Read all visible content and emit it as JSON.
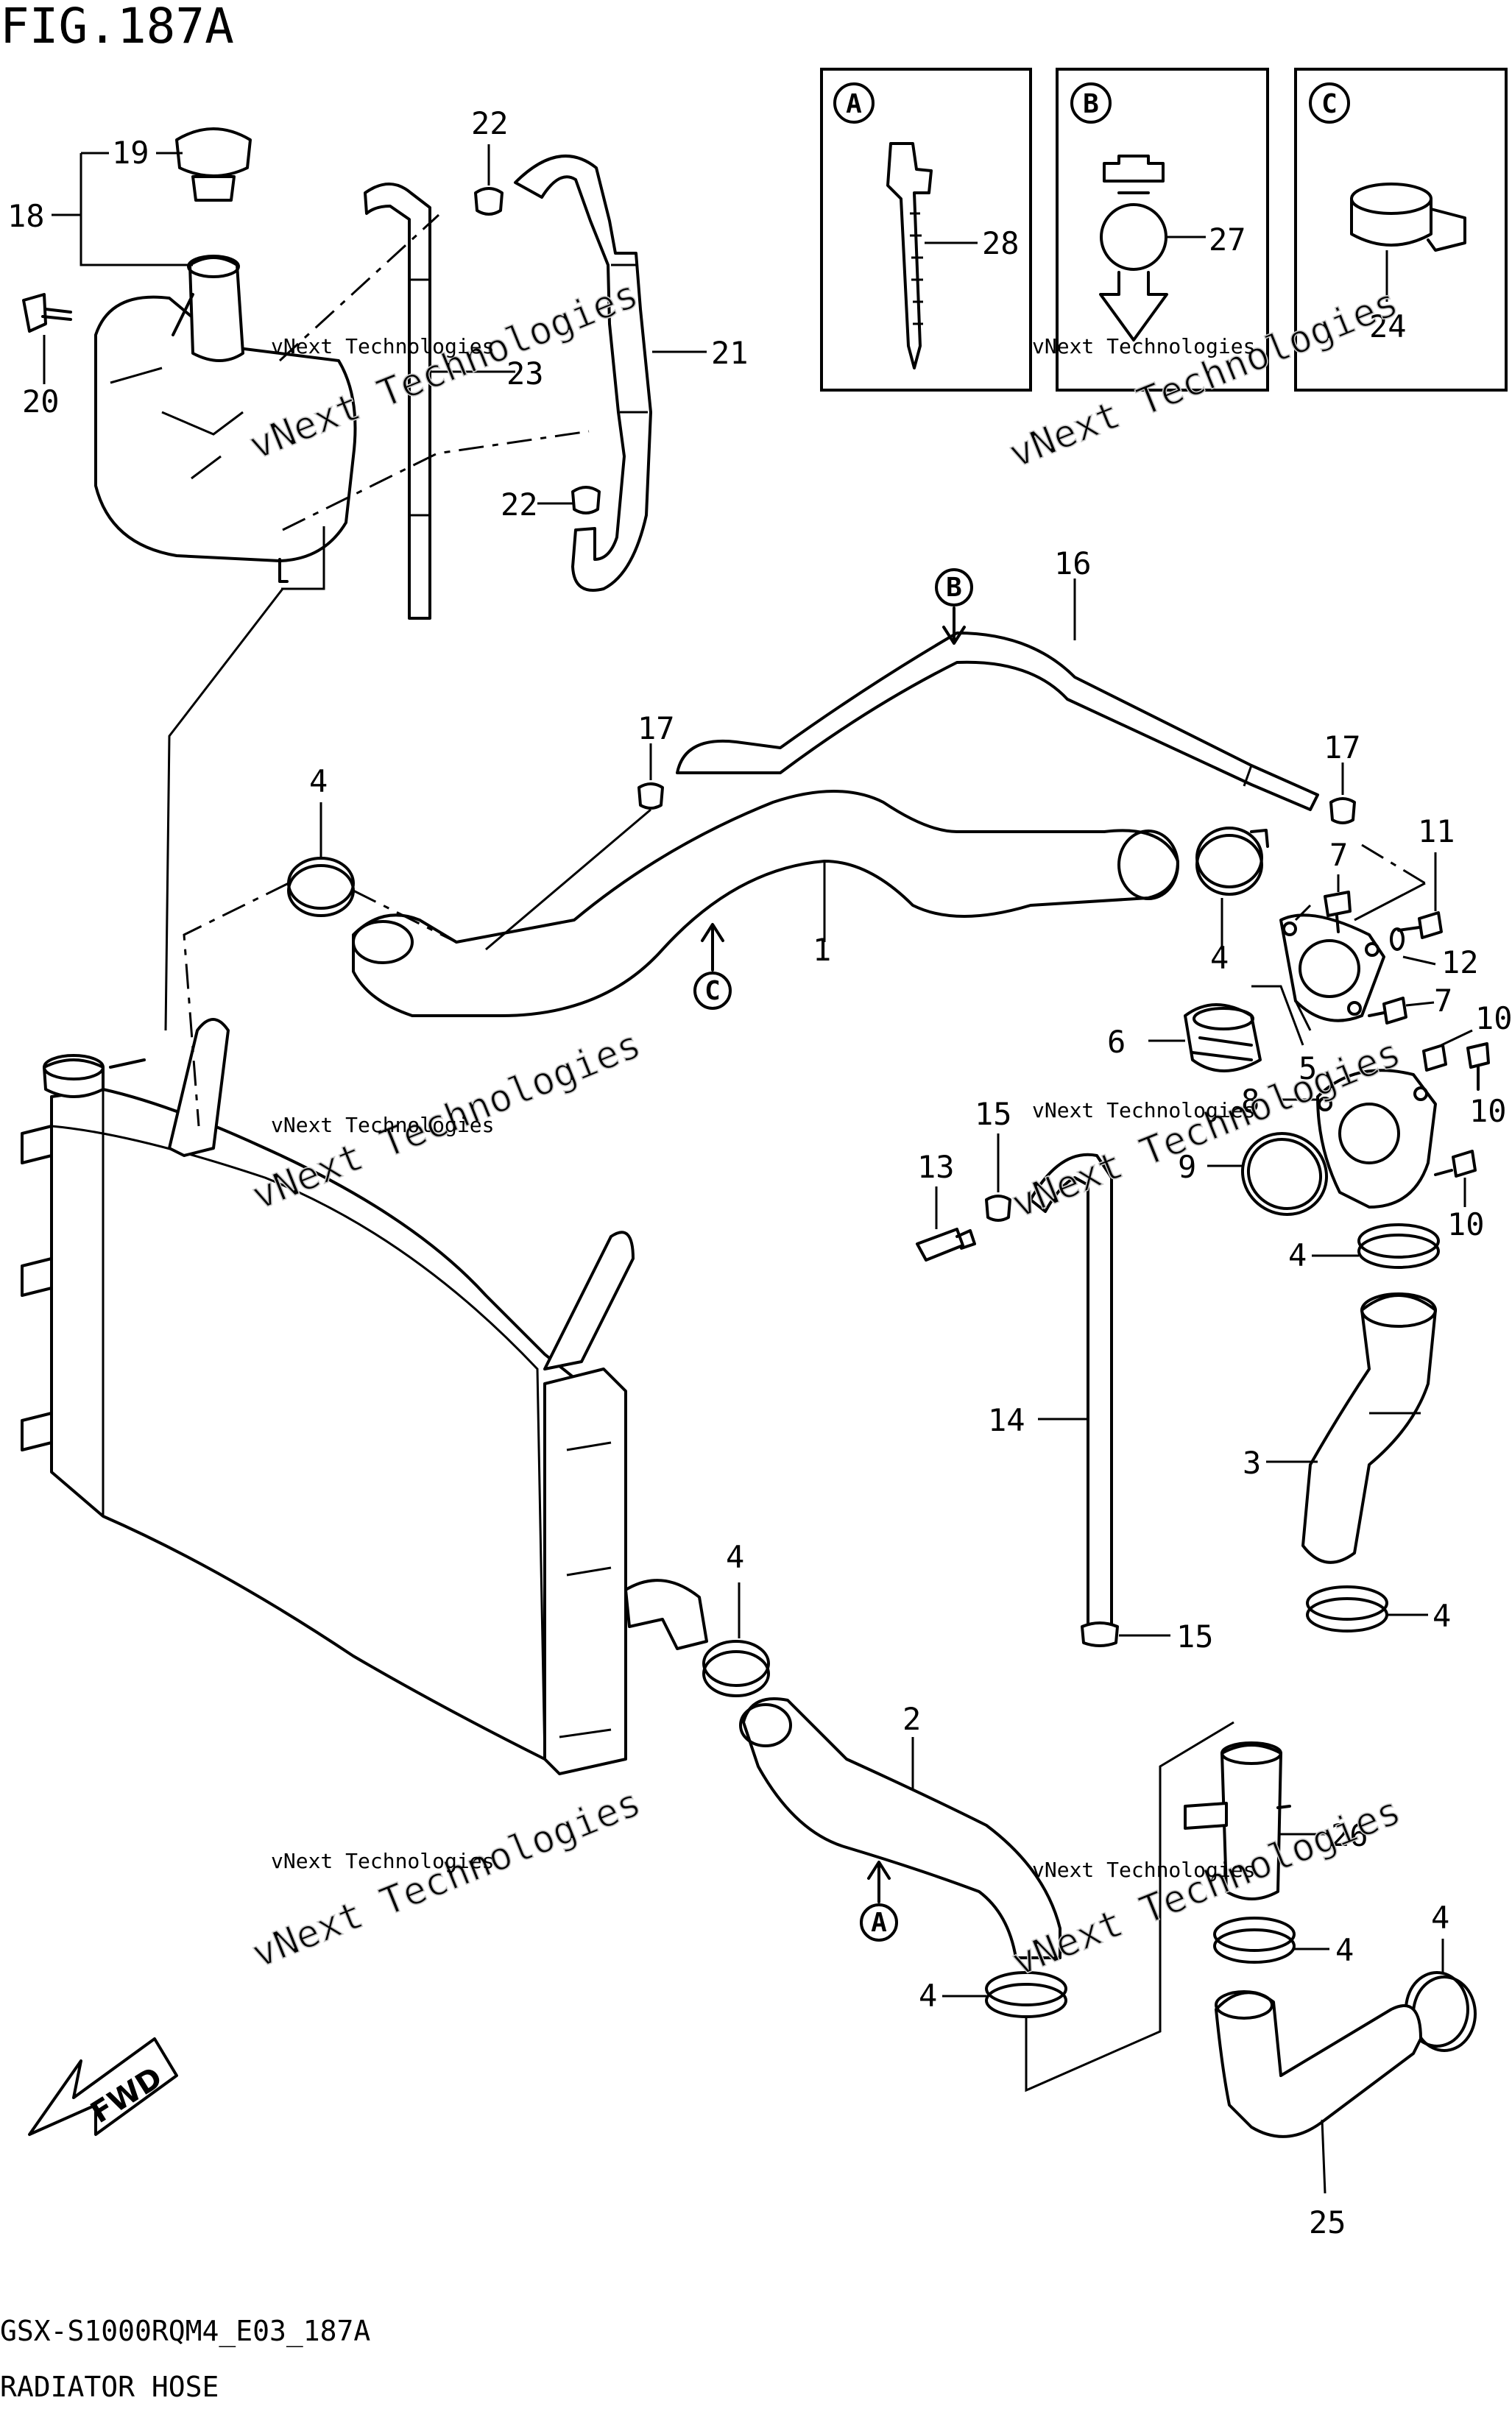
{
  "figure": {
    "title": "FIG.187A",
    "code": "GSX-S1000RQM4_E03_187A",
    "name": "RADIATOR HOSE"
  },
  "watermark": {
    "line1": "vNext Technologies",
    "line2": "vNext Technologies"
  },
  "fwd_label": "FWD",
  "insets": [
    {
      "letter": "A",
      "part": "28"
    },
    {
      "letter": "B",
      "part": "27"
    },
    {
      "letter": "C",
      "part": "24"
    }
  ],
  "part_labels": {
    "p1": "1",
    "p2": "2",
    "p3": "3",
    "p4a": "4",
    "p4b": "4",
    "p4c": "4",
    "p4d": "4",
    "p4e": "4",
    "p4f": "4",
    "p4g": "4",
    "p4h": "4",
    "p5": "5",
    "p6": "6",
    "p7a": "7",
    "p7b": "7",
    "p8": "8",
    "p9": "9",
    "p10a": "10",
    "p10b": "10",
    "p10c": "10",
    "p11": "11",
    "p12": "12",
    "p13": "13",
    "p14": "14",
    "p15a": "15",
    "p15b": "15",
    "p16": "16",
    "p17a": "17",
    "p17b": "17",
    "p18": "18",
    "p19": "19",
    "p20": "20",
    "p21": "21",
    "p22a": "22",
    "p22b": "22",
    "p23": "23",
    "p25": "25",
    "p26": "26"
  },
  "flow_markers": {
    "b_top": "B",
    "c_mid": "C",
    "a_bottom": "A"
  }
}
